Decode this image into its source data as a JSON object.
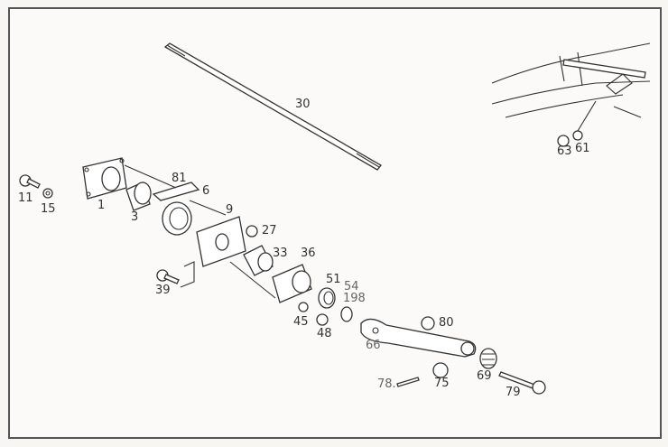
{
  "diagram": {
    "labels": {
      "p30": "30",
      "p11": "11",
      "p15": "15",
      "p1": "1",
      "p3": "3",
      "p81": "81",
      "p6": "6",
      "p9": "9",
      "p27": "27",
      "p33": "33",
      "p36": "36",
      "p39": "39",
      "p51": "51",
      "p54": "54",
      "p198": "198",
      "p45": "45",
      "p48": "48",
      "p80": "80",
      "p66": "66",
      "p69": "69",
      "p78": "78.",
      "p75": "75",
      "p79": "79",
      "p63": "63",
      "p61": "61"
    }
  }
}
